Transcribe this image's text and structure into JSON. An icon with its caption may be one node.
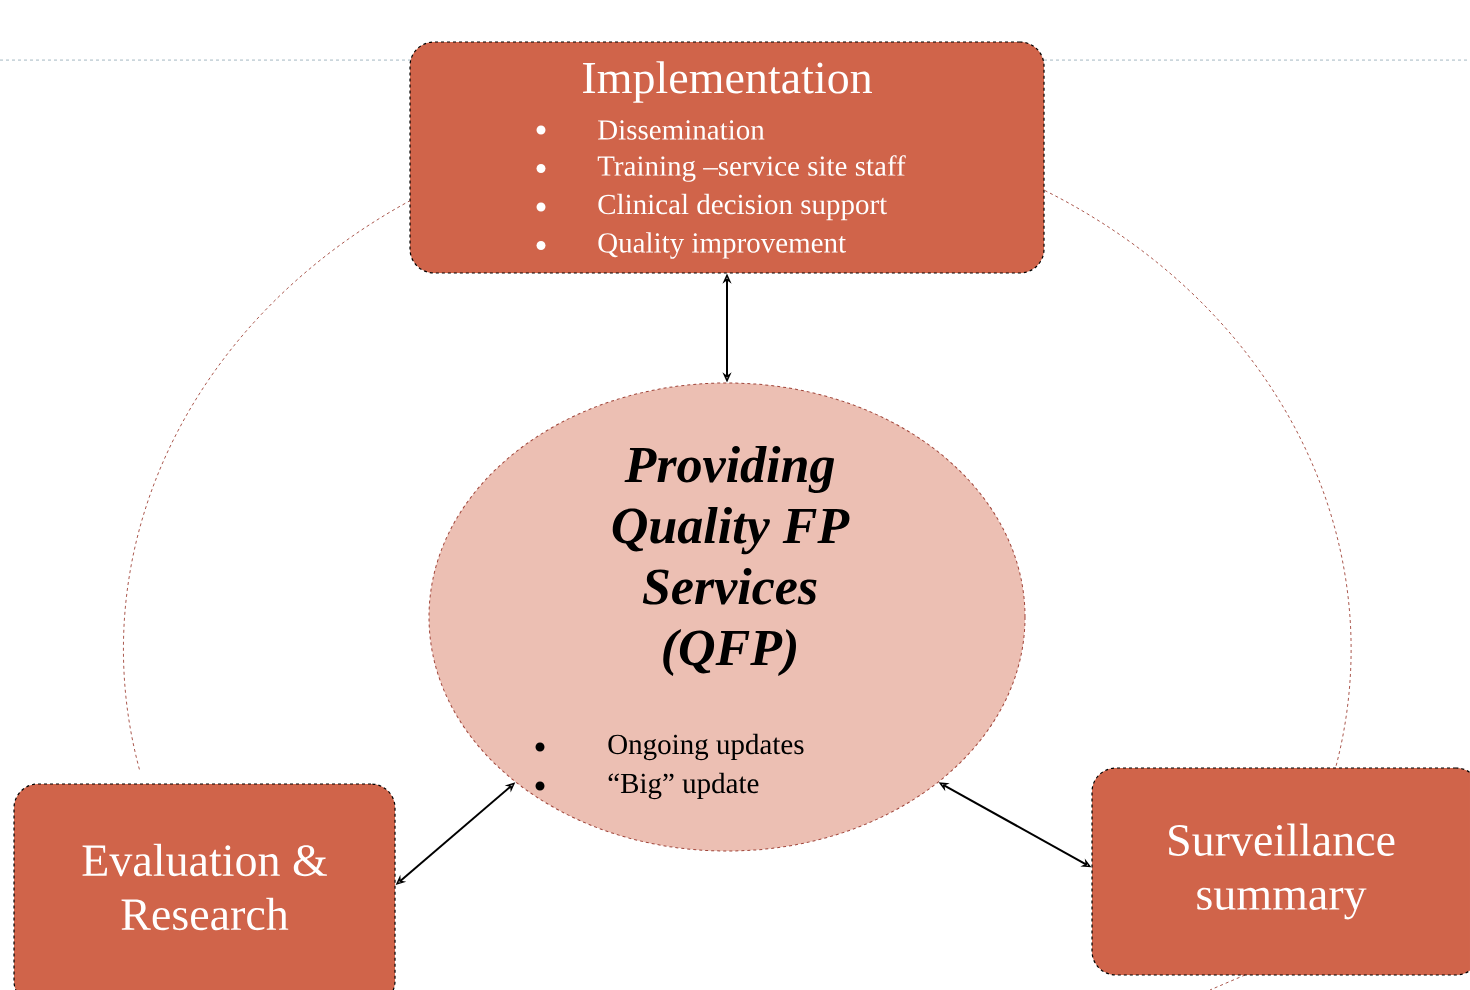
{
  "diagram": {
    "nodes": [
      {
        "text": [
          "Implementation",
          "Dissemination",
          "Training –service site staff",
          "Clinical decision support",
          "Quality improvement"
        ]
      },
      {
        "text": [
          "Providing Quality FP Services (QFP)",
          "Ongoing updates",
          "“Big” update"
        ]
      },
      {
        "text": [
          "Evaluation & Research"
        ]
      },
      {
        "text": [
          "Surveillance summary"
        ]
      }
    ],
    "edges": [
      {
        "from": 0,
        "to": 1,
        "arrow": "both"
      },
      {
        "from": 1,
        "to": 2,
        "arrow": "both"
      },
      {
        "from": 1,
        "to": 3,
        "arrow": "both"
      },
      {
        "from": 2,
        "to": 0,
        "arrow": "none",
        "style": "dashed",
        "color": "#a0453a"
      },
      {
        "from": 0,
        "to": 3,
        "arrow": "none",
        "style": "dashed",
        "color": "#a0453a"
      }
    ]
  }
}
